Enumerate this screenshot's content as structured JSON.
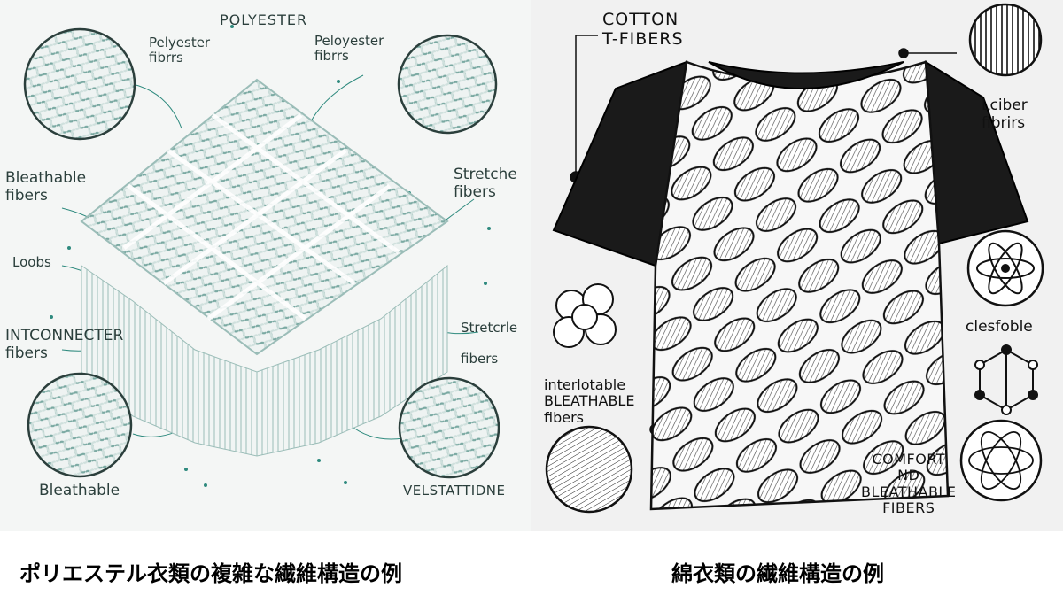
{
  "left_panel": {
    "title": "POLYESTER",
    "labels": {
      "fibers_top_left": "Pelyester\nfibrrs",
      "fibers_top_right": "Peloyester\nfibrrs",
      "breathable_mid": "Bleathable\nfibers",
      "loops": "Loobs",
      "interconnected": "INTCONNECTER\nfibers",
      "stretchy_top": "Stretche\nfibers",
      "stretchy_bottom": "Stretcrle\n\nfibers",
      "breathable_bottom": "Bleathable",
      "versatile": "VELSTATTIDNE"
    }
  },
  "right_panel": {
    "title": "COTTON\nT-FIBERS",
    "labels": {
      "fiber_top_right": "Lciber\nfibrirs",
      "flexible": "clesfoble",
      "interlocking": "interlotable\nBLEATHABLE\nfibers",
      "comfort": "COMFORT\nND\nBLEATHABLE\nFIBERS"
    }
  },
  "captions": {
    "left": "ポリエステル衣類の複雑な繊維構造の例",
    "right": "綿衣類の繊維構造の例"
  },
  "colors": {
    "teal_accent": "#2e8a7e",
    "ink": "#111111"
  }
}
